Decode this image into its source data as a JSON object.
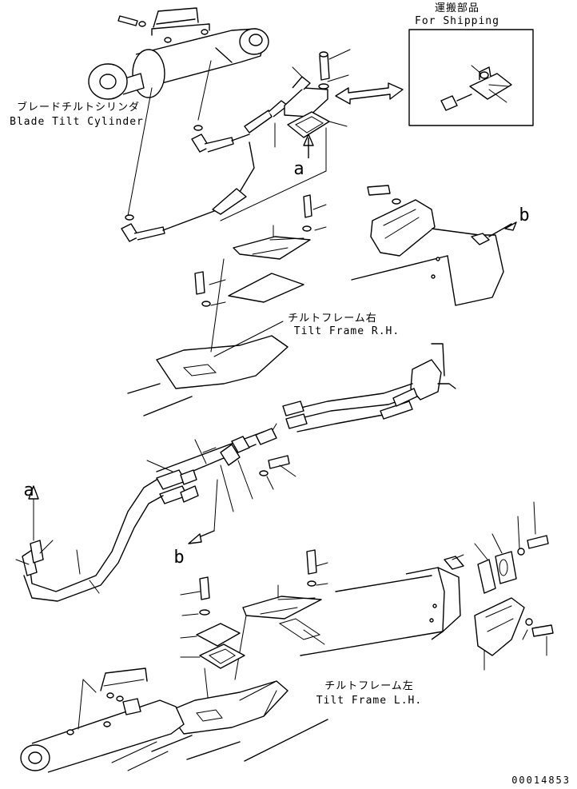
{
  "labels": {
    "shipping_jp": "運搬部品",
    "shipping_en": "For Shipping",
    "blade_tilt_cylinder_jp": "ブレードチルトシリンダ",
    "blade_tilt_cylinder_en": "Blade Tilt Cylinder",
    "tilt_frame_rh_jp": "チルトフレーム右",
    "tilt_frame_rh_en": "Tilt Frame R.H.",
    "tilt_frame_lh_jp": "チルトフレーム左",
    "tilt_frame_lh_en": "Tilt Frame L.H.",
    "ref_a_upper": "a",
    "ref_a_left": "a",
    "ref_b_right": "b",
    "ref_b_lower": "b",
    "drawing_number": "00014853"
  }
}
